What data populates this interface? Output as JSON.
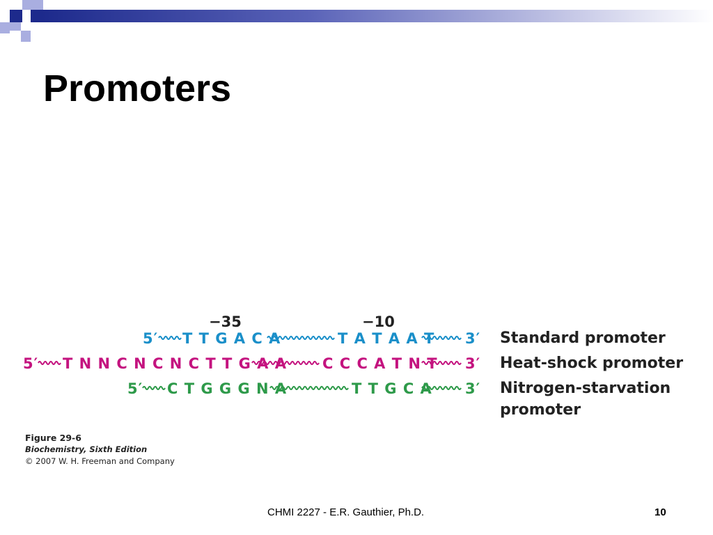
{
  "slide": {
    "title": "Promoters",
    "footer": "CHMI 2227 - E.R. Gauthier, Ph.D.",
    "page_number": "10"
  },
  "colors": {
    "standard": "#1a8fc9",
    "heat_shock": "#c4137f",
    "nitrogen": "#2e9a4a",
    "accent_dark": "#1d2a8c",
    "accent_light": "#a9aee0"
  },
  "figure": {
    "positions": [
      "−35",
      "−10"
    ],
    "rows": [
      {
        "label": "Standard promoter",
        "five_prime": "5′",
        "box1": "T T G A C A",
        "box2": "T A T A A T",
        "three_prime": "3′"
      },
      {
        "label": "Heat-shock promoter",
        "five_prime": "5′",
        "box1": "T N N C N C N C T T G A A",
        "box2": "C C C A T N T",
        "three_prime": "3′"
      },
      {
        "label": "Nitrogen-starvation",
        "label_line2": "promoter",
        "five_prime": "5′",
        "box1": "C T G G G N A",
        "box2": "T T G C A",
        "three_prime": "3′"
      }
    ],
    "caption": {
      "figure": "Figure 29-6",
      "book": "Biochemistry, Sixth Edition",
      "copyright": "© 2007 W. H. Freeman and Company"
    }
  }
}
